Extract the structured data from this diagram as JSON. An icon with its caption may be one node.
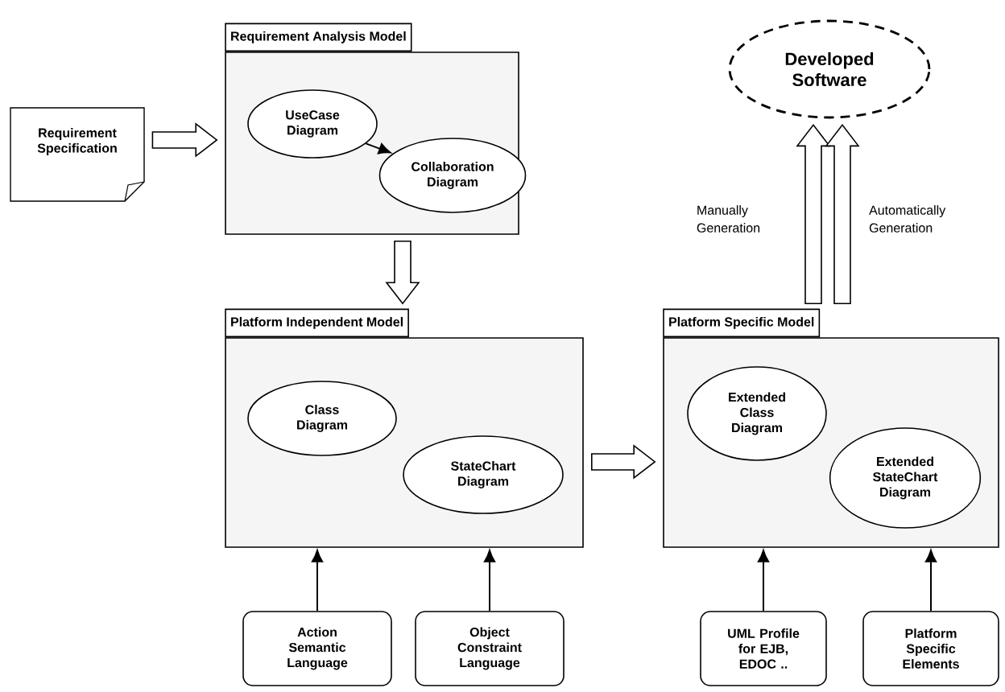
{
  "diagram": {
    "nodes": [
      {
        "text": [
          "Requirement Specification"
        ]
      },
      {
        "text": [
          "Requirement Analysis Model"
        ]
      },
      {
        "text": [
          "UseCase Diagram"
        ],
        "in": 1
      },
      {
        "text": [
          "Collaboration Diagram"
        ],
        "in": 1
      },
      {
        "text": [
          "Developed Software"
        ]
      },
      {
        "text": [
          "Platform Independent Model"
        ]
      },
      {
        "text": [
          "Class Diagram"
        ],
        "in": 5
      },
      {
        "text": [
          "StateChart Diagram"
        ],
        "in": 5
      },
      {
        "text": [
          "Platform Specific Model"
        ]
      },
      {
        "text": [
          "Extended Class Diagram"
        ],
        "in": 8
      },
      {
        "text": [
          "Extended StateChart Diagram"
        ],
        "in": 8
      },
      {
        "text": [
          "Action Semantic Language"
        ]
      },
      {
        "text": [
          "Object Constraint Language"
        ]
      },
      {
        "text": [
          "UML Profile for EJB, EDOC .."
        ]
      },
      {
        "text": [
          "Platform Specific Elements"
        ]
      }
    ],
    "edges": [
      {
        "from": 0,
        "to": 1,
        "arrow": "to",
        "style": "thick"
      },
      {
        "from": 2,
        "to": 3,
        "arrow": "to"
      },
      {
        "from": 1,
        "to": 5,
        "arrow": "to",
        "style": "thick"
      },
      {
        "from": 5,
        "to": 8,
        "arrow": "to",
        "style": "thick"
      },
      {
        "from": 8,
        "to": 4,
        "arrow": "to",
        "style": "thick",
        "label": "Manually Generation"
      },
      {
        "from": 8,
        "to": 4,
        "arrow": "to",
        "style": "thick",
        "label": "Automatically Generation"
      },
      {
        "from": 11,
        "to": 5,
        "arrow": "to"
      },
      {
        "from": 12,
        "to": 5,
        "arrow": "to"
      },
      {
        "from": 13,
        "to": 8,
        "arrow": "to"
      },
      {
        "from": 14,
        "to": 8,
        "arrow": "to"
      }
    ]
  }
}
